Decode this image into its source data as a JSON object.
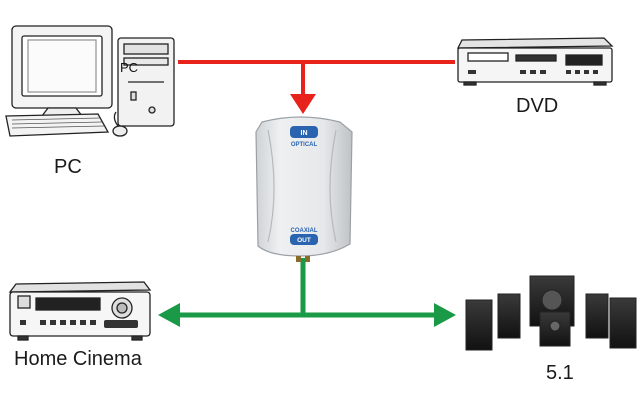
{
  "labels": {
    "pc": "PC",
    "pc_case": "PC",
    "dvd": "DVD",
    "home_cinema": "Home Cinema",
    "speakers": "5.1"
  },
  "converter": {
    "in_badge_line1": "IN",
    "in_text": "OPTICAL",
    "out_text": "COAXIAL",
    "out_badge": "OUT"
  },
  "colors": {
    "input_line": "#e8231c",
    "output_line": "#1a9a46",
    "badge": "#2a63b0"
  }
}
